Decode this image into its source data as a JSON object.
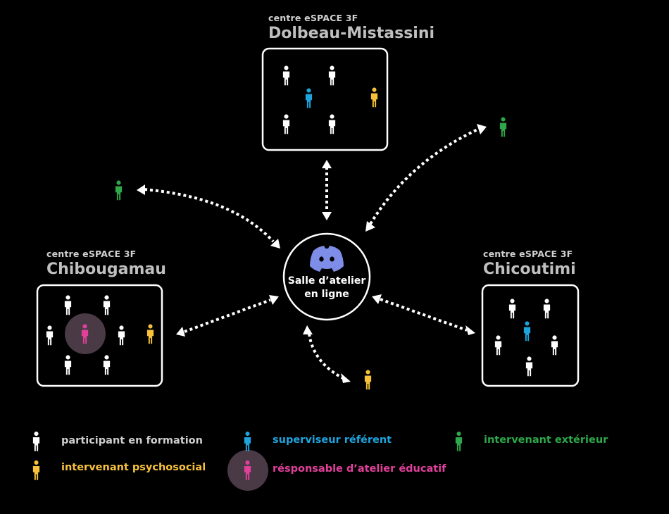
{
  "centres": {
    "dolbeau": {
      "prefix": "centre eSPACE 3F",
      "name": "Dolbeau-Mistassini"
    },
    "chibougamau": {
      "prefix": "centre eSPACE 3F",
      "name": "Chibougamau"
    },
    "chicoutimi": {
      "prefix": "centre eSPACE 3F",
      "name": "Chicoutimi"
    }
  },
  "hub": {
    "line1": "Salle d’atelier",
    "line2": "en ligne",
    "icon": "discord-icon"
  },
  "legend": {
    "participant": "participant en formation",
    "superviseur": "superviseur référent",
    "exterieur": "intervenant extérieur",
    "psychosocial": "intervenant psychosocial",
    "responsable": "résponsable d’atelier éducatif"
  },
  "colors": {
    "background": "#000000",
    "participant": "#ffffff",
    "superviseur": "#1fa3dd",
    "exterieur": "#2ea84a",
    "psychosocial": "#f7c23a",
    "responsable": "#e0409a",
    "responsable_halo": "#4a3a46",
    "discord": "#7e8ee8"
  }
}
